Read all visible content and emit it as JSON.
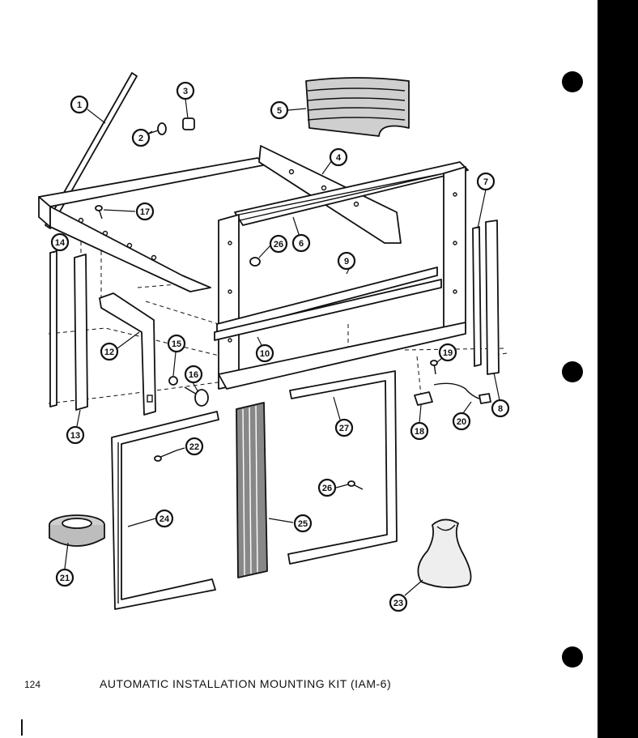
{
  "page": {
    "number": "124",
    "title": "AUTOMATIC INSTALLATION MOUNTING KIT (IAM-6)"
  },
  "callouts": [
    {
      "id": "c1",
      "label": "1"
    },
    {
      "id": "c2",
      "label": "2"
    },
    {
      "id": "c3",
      "label": "3"
    },
    {
      "id": "c4",
      "label": "4"
    },
    {
      "id": "c5",
      "label": "5"
    },
    {
      "id": "c6",
      "label": "6"
    },
    {
      "id": "c7",
      "label": "7"
    },
    {
      "id": "c8",
      "label": "8"
    },
    {
      "id": "c9",
      "label": "9"
    },
    {
      "id": "c10",
      "label": "10"
    },
    {
      "id": "c12",
      "label": "12"
    },
    {
      "id": "c13",
      "label": "13"
    },
    {
      "id": "c14",
      "label": "14"
    },
    {
      "id": "c15",
      "label": "15"
    },
    {
      "id": "c16",
      "label": "16"
    },
    {
      "id": "c17",
      "label": "17"
    },
    {
      "id": "c18",
      "label": "18"
    },
    {
      "id": "c19",
      "label": "19"
    },
    {
      "id": "c20",
      "label": "20"
    },
    {
      "id": "c21",
      "label": "21"
    },
    {
      "id": "c22",
      "label": "22"
    },
    {
      "id": "c23",
      "label": "23"
    },
    {
      "id": "c24",
      "label": "24"
    },
    {
      "id": "c25",
      "label": "25"
    },
    {
      "id": "c26a",
      "label": "26"
    },
    {
      "id": "c26b",
      "label": "26"
    },
    {
      "id": "c27",
      "label": "27"
    }
  ]
}
